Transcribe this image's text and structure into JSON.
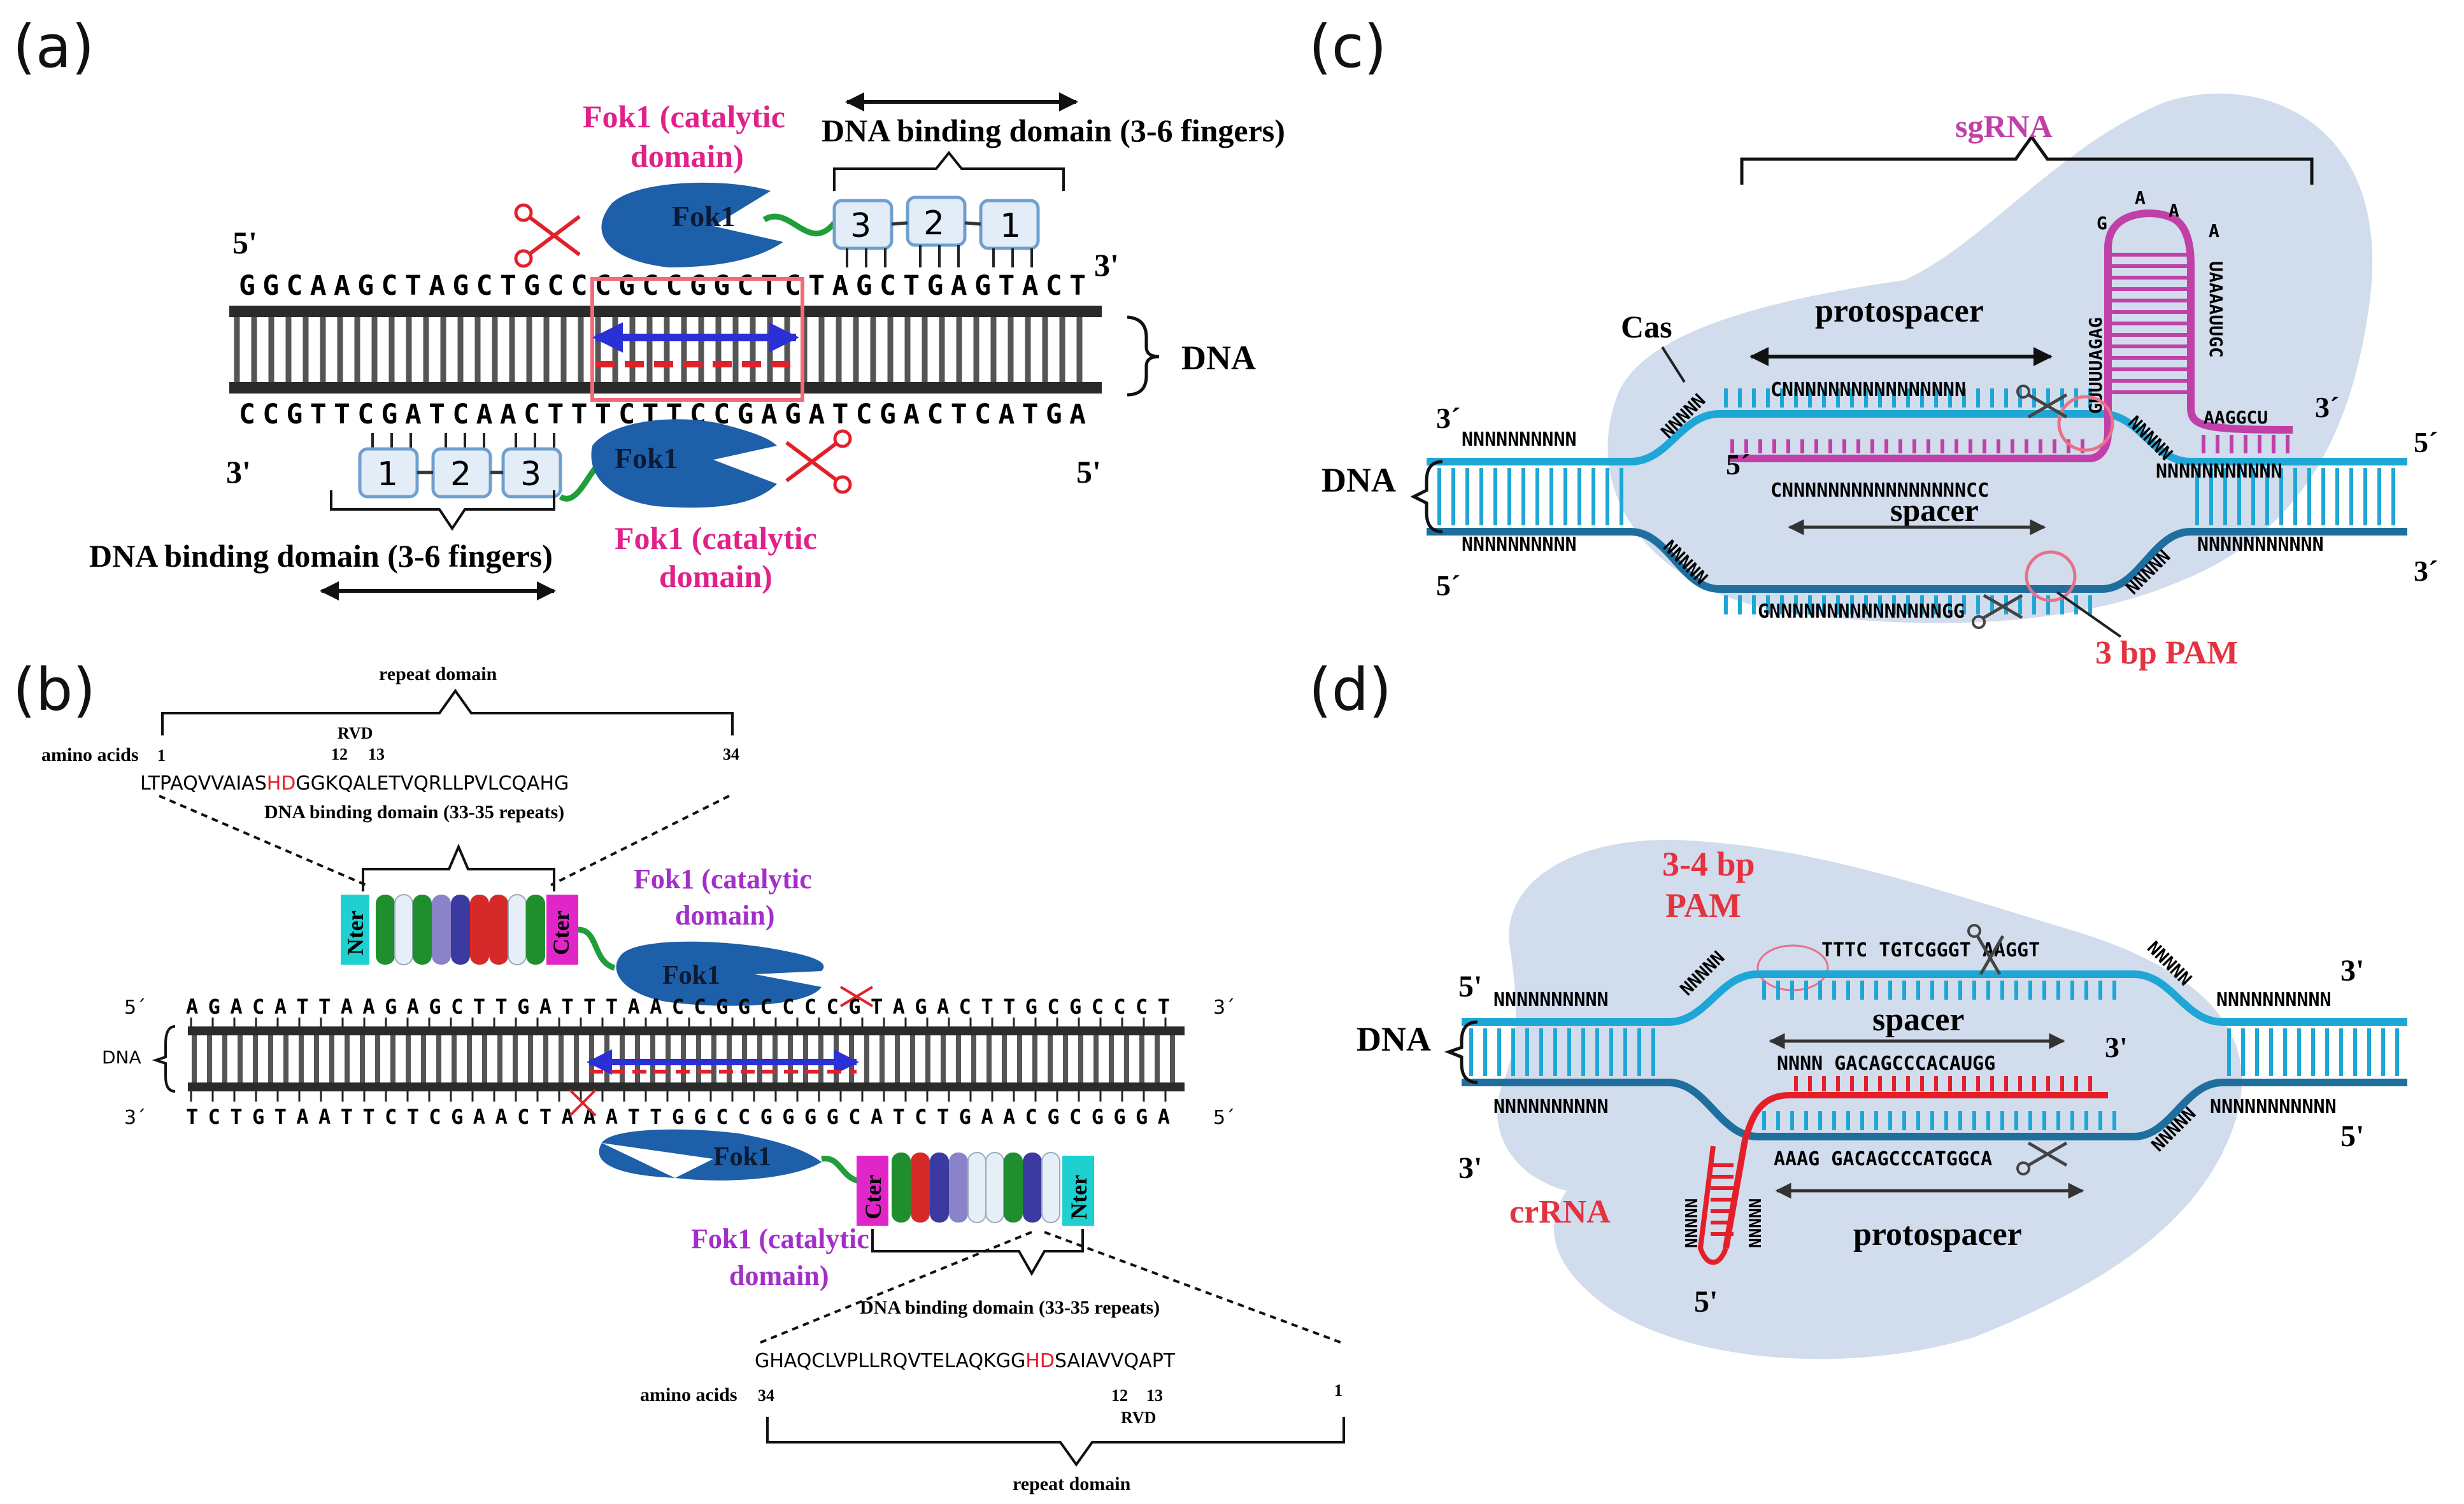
{
  "colors": {
    "magenta": "#e0218a",
    "purple": "#a32fc9",
    "red": "#e3202a",
    "crimson": "#e33340",
    "blue_dark": "#1d5fa8",
    "cyan": "#1ea7d6",
    "cyan_dark": "#1e6f9e",
    "pink_rna": "#c040a8",
    "shade": "#c9d6ea",
    "box_fill": "#e2edf7",
    "box_stroke": "#6f9fcf",
    "green_linker": "#1f9e3a",
    "nter": "#1fd0d0",
    "cter": "#e026c8"
  },
  "panel_a": {
    "letter": "(a)",
    "fok1_top_label_l1": "Fok1 (catalytic",
    "fok1_top_label_l2": "domain)",
    "dbd_top_label": "DNA binding domain (3-6 fingers)",
    "fok1_text": "Fok1",
    "fingers_top": [
      "3",
      "2",
      "1"
    ],
    "fingers_bottom": [
      "1",
      "2",
      "3"
    ],
    "five_prime_top": "5'",
    "three_prime_top": "3'",
    "three_prime_bottom": "3'",
    "five_prime_bottom": "5'",
    "seq_top": "GGCAAGCTAGCTGCCCGCCGGCTCTAGCTGAGTACT",
    "seq_bottom": "CCGTTCGATCAACTTTCTTCCGAGATCGACTCATGA",
    "dna_label": "DNA",
    "fok1_bottom_label_l1": "Fok1 (catalytic",
    "fok1_bottom_label_l2": "domain)",
    "dbd_bottom_label": "DNA binding domain (3-6 fingers)"
  },
  "panel_b": {
    "letter": "(b)",
    "repeat_domain_top": "repeat domain",
    "rvd_top": "RVD",
    "amino_acids_top": "amino acids",
    "aa_num_1": "1",
    "aa_num_12": "12",
    "aa_num_13": "13",
    "aa_num_34": "34",
    "aa_seq_top_pre": "LTPAQVVAIAS",
    "aa_seq_top_hd": "HD",
    "aa_seq_top_post": "GGKQALETVQRLLPVLCQAHG",
    "dbd_repeats_top": "DNA binding domain (33-35 repeats)",
    "nter": "Nter",
    "cter": "Cter",
    "fok1_top_l1": "Fok1 (catalytic",
    "fok1_top_l2": "domain)",
    "fok1_text": "Fok1",
    "five_prime_top": "5´",
    "three_prime_top": "3´",
    "seq_top": "AGACATTAAGAGCTTGATTTAACCGGCCCCGTAGACTTGCGCCCT",
    "dna_label": "DNA",
    "three_prime_bottom": "3´",
    "five_prime_bottom": "5´",
    "seq_bottom": "TCTGTAATTCTCGAACTAAATTGGCCGGGGCATCTGAACGCGGGA",
    "fok1_bottom_l1": "Fok1 (catalytic",
    "fok1_bottom_l2": "domain)",
    "dbd_repeats_bottom": "DNA binding domain (33-35 repeats)",
    "aa_seq_bottom_pre": "GHAQCLVPLLRQVTELAQKGG",
    "aa_seq_bottom_hd": "HD",
    "aa_seq_bottom_post": "SAIAVVQAPT",
    "amino_acids_bottom": "amino acids",
    "rvd_bottom": "RVD",
    "repeat_domain_bottom": "repeat domain"
  },
  "panel_c": {
    "letter": "(c)",
    "sgrna_label": "sgRNA",
    "cas_label": "Cas",
    "protospacer_label": "protospacer",
    "spacer_label": "spacer",
    "pam_label": "3 bp PAM",
    "dna_label": "DNA",
    "three_prime_tl": "3´",
    "five_prime_bl": "5´",
    "five_prime_rna": "5´",
    "three_prime_rna": "3´",
    "five_prime_tr": "5´",
    "three_prime_br": "3´",
    "seq_rna": "CNNNNNNNNNNNNNNNN",
    "seq_spacer": "CNNNNNNNNNNNNNNNNCC",
    "seq_bottom_strand": "GNNNNNNNNNNNNNNNGG",
    "seq_left_top": "NNNNNNNNNN",
    "seq_left_bottom": "NNNNNNNNNN",
    "seq_right_top": "NNNNNNNNNNN",
    "seq_right_bottom": "NNNNNNNNNNN",
    "loop_left": "GUUUUAGAG",
    "loop_top_l": "G",
    "loop_top_a1": "A",
    "loop_top_a2": "A",
    "loop_right": "UAAAAUUGC",
    "loop_right_a": "A",
    "aggcu": "AAGGCU",
    "nnnnn": "NNNNN"
  },
  "panel_d": {
    "letter": "(d)",
    "pam_l1": "3-4 bp",
    "pam_l2": "PAM",
    "crrna_label": "crRNA",
    "spacer_label": "spacer",
    "protospacer_label": "protospacer",
    "dna_label": "DNA",
    "five_prime_tl": "5'",
    "three_prime_bl": "3'",
    "three_prime_tr": "3'",
    "five_prime_br": "5'",
    "three_prime_rna": "3'",
    "five_prime_rna": "5'",
    "seq_top_strand": "TTTC TGTCGGGT AAGGT",
    "seq_crrna": "NNNN GACAGCCCACAUGG",
    "seq_bottom_strand": "AAAG GACAGCCCATGGCA",
    "seq_left_top": "NNNNNNNNNN",
    "seq_left_bottom": "NNNNNNNNNN",
    "seq_right_top": "NNNNNNNNNN",
    "seq_right_bottom": "NNNNNNNNNNN",
    "nnnnn": "NNNNN"
  }
}
